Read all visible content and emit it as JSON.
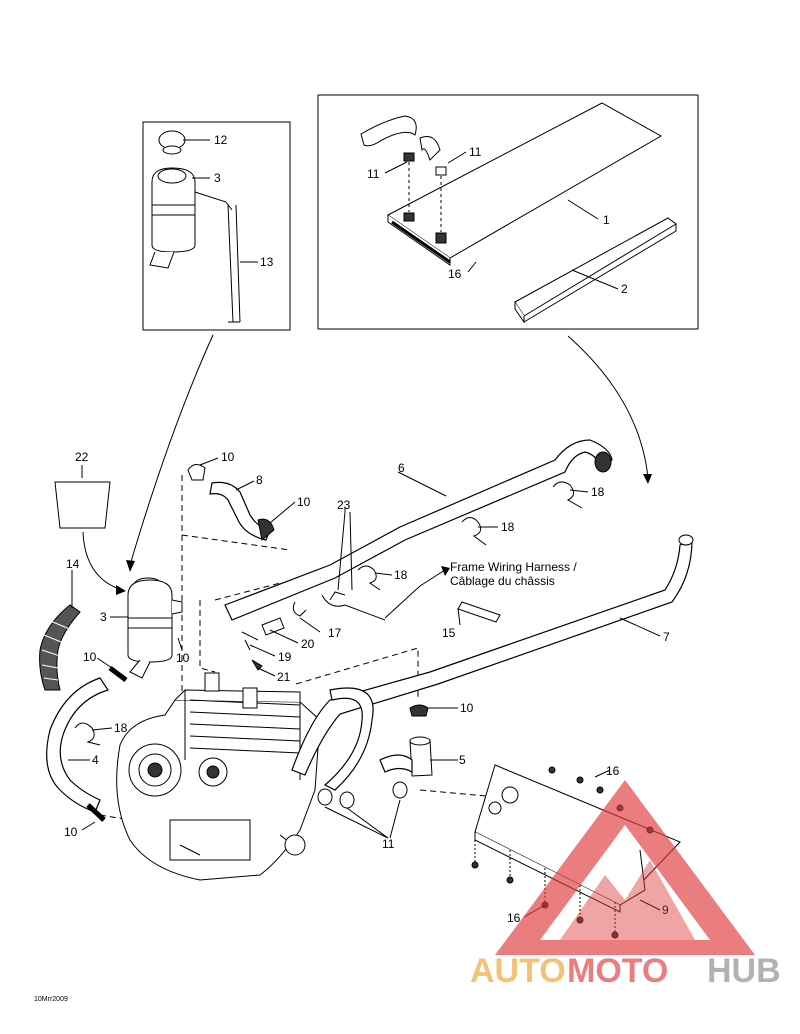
{
  "callouts": [
    "12",
    "3",
    "13",
    "11",
    "11",
    "1",
    "16",
    "2",
    "22",
    "10",
    "8",
    "10",
    "6",
    "18",
    "23",
    "18",
    "18",
    "14",
    "3",
    "10",
    "10",
    "17",
    "20",
    "19",
    "21",
    "15",
    "7",
    "10",
    "18",
    "4",
    "5",
    "10",
    "11",
    "16",
    "16",
    "9"
  ],
  "note": {
    "line1": "Frame Wiring Harness /",
    "line2": "Câblage du châssis"
  },
  "drawing_code": "10Mrr2009",
  "watermark": {
    "part1": "AUTO",
    "part2": "MOTO",
    "part3": "HUB",
    "color_orange": "#f0a030",
    "color_red": "#e03a3a",
    "color_grey": "#8a8a8a"
  }
}
